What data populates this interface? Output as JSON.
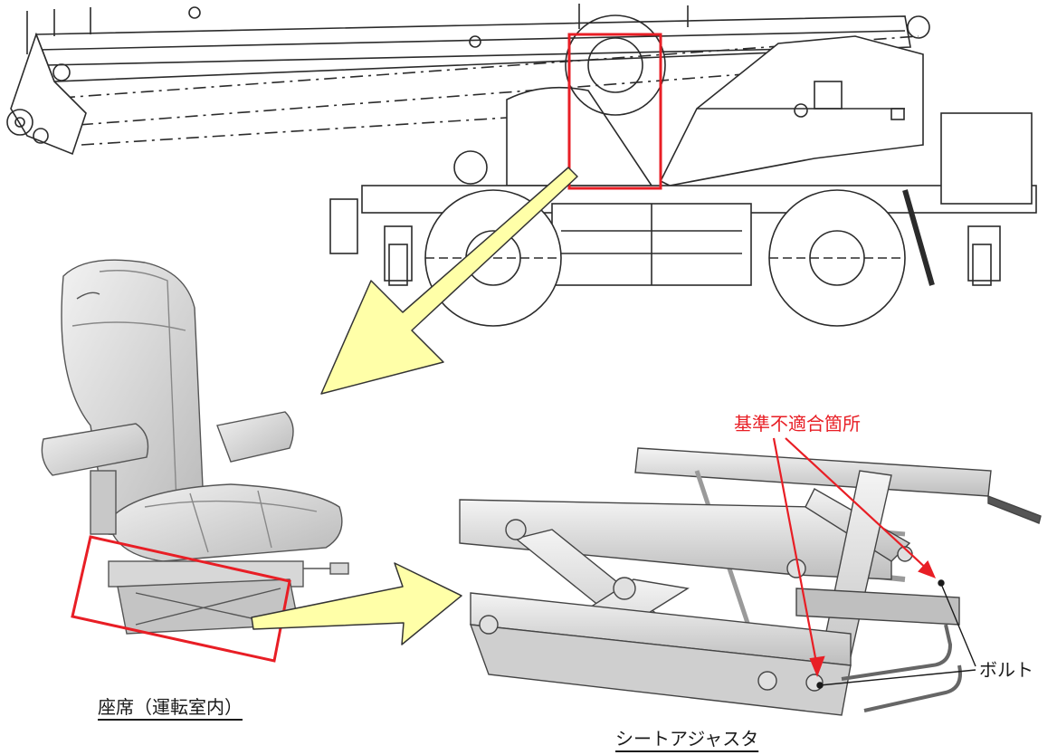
{
  "labels": {
    "seat_caption": "座席（運転室内）",
    "adjuster_caption": "シートアジャスタ",
    "bolt_label": "ボルト",
    "defect_label": "基準不適合箇所"
  },
  "colors": {
    "highlight_red": "#e81e25",
    "arrow_fill": "#ffffa8",
    "line_art": "#2b2b2b",
    "seat_grey": "#cfcfcf"
  },
  "icons": {
    "crane": "mobile-crane-line-drawing",
    "seat": "operator-seat-render",
    "adjuster": "seat-adjuster-render"
  }
}
